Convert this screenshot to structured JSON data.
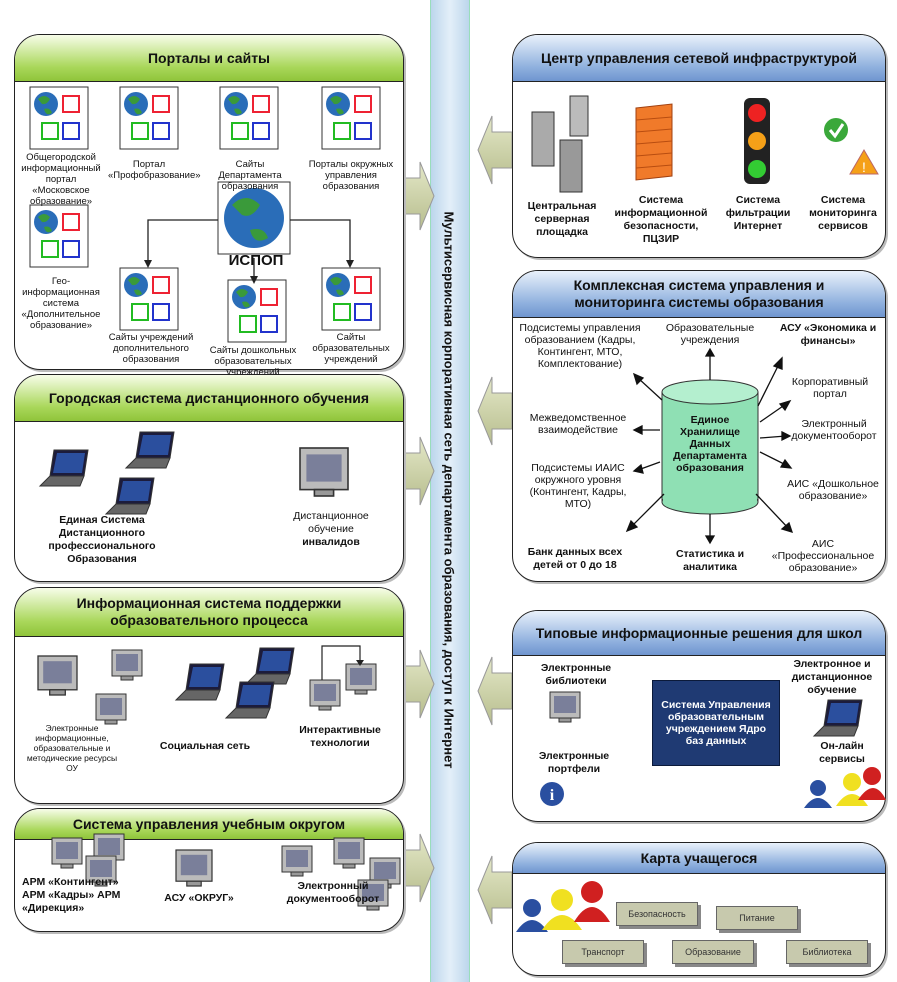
{
  "spine_text": "Мультисервисная корпоративная сеть департамента образования, доступ к Интернет",
  "portals": {
    "title": "Порталы и сайты",
    "items": [
      "Общегородской информационный портал «Московское образование»",
      "Портал «Профобразование»",
      "Сайты Департамента образования",
      "Порталы окружных управления образования",
      "Гео-информационная система «Дополнительное образование»",
      "ИСПОП",
      "Сайты учреждений дополнительного образования",
      "Сайты дошкольных образовательных учреждений",
      "Сайты образовательных учреждений"
    ]
  },
  "distance": {
    "title": "Городская система дистанционного обучения",
    "items": [
      "Единая Система Дистанционного профессионального Образования",
      "Дистанционное обучение",
      "инвалидов"
    ]
  },
  "infosys": {
    "title": "Информационная система поддержки образовательного процесса",
    "items": [
      "Электронные информационные, образовательные и методические ресурсы ОУ",
      "Социальная сеть",
      "Интерактивные технологии"
    ]
  },
  "district": {
    "title": "Система управления учебным округом",
    "items": [
      "АРМ «Контингент» АРМ «Кадры» АРМ «Дирекция»",
      "АСУ «ОКРУГ»",
      "Электронный документооборот"
    ]
  },
  "network": {
    "title": "Центр управления сетевой инфраструктурой",
    "items": [
      "Центральная серверная площадка",
      "Система информационной безопасности, ПЦЗИР",
      "Система фильтрации Интернет",
      "Система мониторинга сервисов"
    ]
  },
  "complex": {
    "title": "Комплексная система управления и мониторинга системы образования",
    "center": "Единое Хранилище Данных Департамента образования",
    "items": [
      "Подсистемы управления образованием (Кадры, Контингент, МТО, Комплектование)",
      "Образовательные учреждения",
      "АСУ «Экономика и финансы»",
      "Корпоративный портал",
      "Межведомственное взаимодействие",
      "Электронный документооборот",
      "Подсистемы ИАИС окружного уровня (Контингент, Кадры, МТО)",
      "АИС «Дошкольное образование»",
      "Банк данных всех детей от 0 до 18",
      "Статистика и аналитика",
      "АИС «Профессиональное образование»"
    ]
  },
  "school": {
    "title": "Типовые информационные решения для школ",
    "center": "Система Управления образовательным учреждением Ядро баз данных",
    "items": [
      "Электронные библиотеки",
      "Электронное и дистанционное обучение",
      "Электронные портфели",
      "Он-лайн сервисы"
    ]
  },
  "card": {
    "title": "Карта учащегося",
    "tags": [
      "Безопасность",
      "Питание",
      "Транспорт",
      "Образование",
      "Библиотека"
    ]
  },
  "colors": {
    "green_header": "#a9d75a",
    "blue_header": "#8fb0de",
    "spine": "#cfe3f3",
    "cylinder": "#8fe0b4",
    "navy_box": "#1f3a73"
  }
}
